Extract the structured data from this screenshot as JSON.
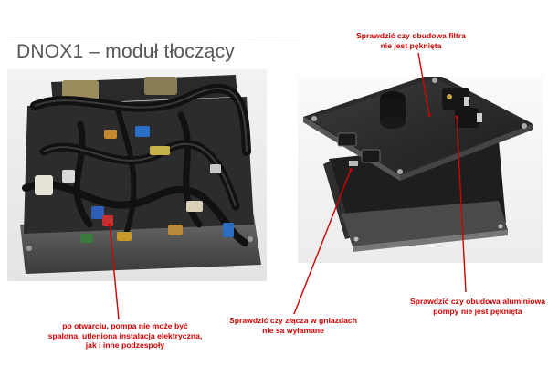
{
  "slide": {
    "title": "DNOX1 – moduł tłoczący"
  },
  "annotations": {
    "filter": {
      "line1": "Sprawdzić czy obudowa filtra",
      "line2": "nie jest pęknięta"
    },
    "aluminum": {
      "line1": "Sprawdzić czy obudowa aluminiowa",
      "line2": "pompy nie jest pęknięta"
    },
    "connectors": {
      "line1": "Sprawdzić czy złącza w gniazdach",
      "line2": "nie sa wyłamane"
    },
    "pump": {
      "line1": "po otwarciu, pompa nie może być",
      "line2": "spalona, utleniona instalacja elektryczna,",
      "line3": "jak i inne podzespoły"
    }
  },
  "colors": {
    "annotation": "#d20000",
    "title": "#555555",
    "background": "#ffffff"
  },
  "images": {
    "left_photo": "open-dnox1-module-wiring-photo",
    "right_photo": "closed-dnox1-module-housing-photo"
  }
}
